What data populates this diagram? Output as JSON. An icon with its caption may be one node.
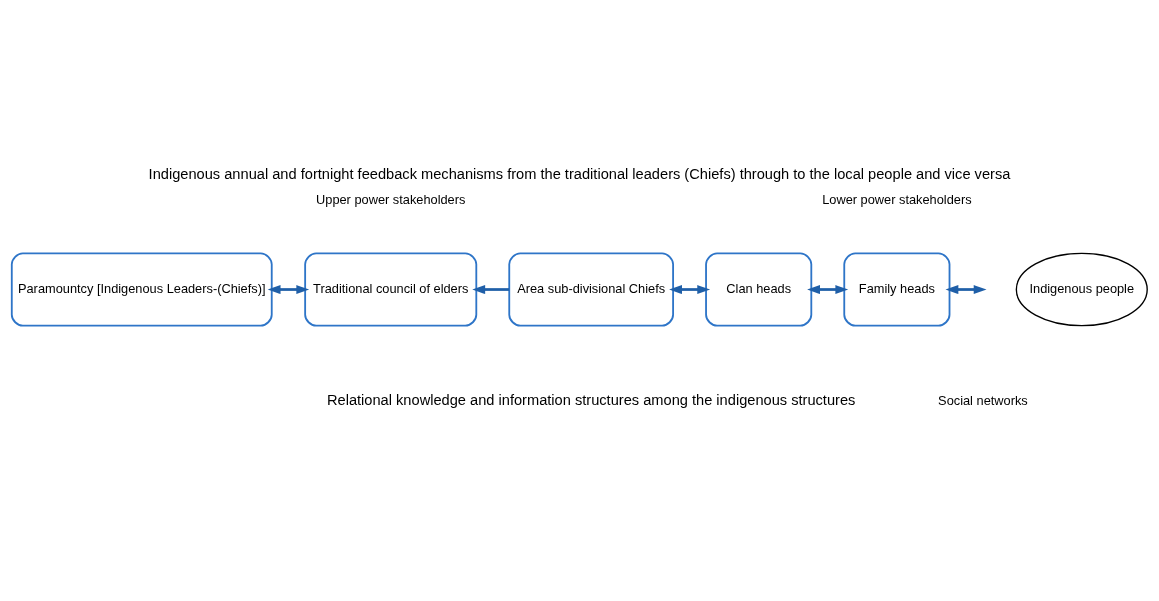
{
  "diagram": {
    "title": "Indigenous annual and fortnight feedback mechanisms from the traditional leaders (Chiefs) through to the local people and vice versa",
    "caption": "Relational knowledge and information structures among the indigenous structures",
    "nodes": [
      {
        "text": [
          "Paramountcy [Indigenous Leaders-(Chiefs)]"
        ]
      },
      {
        "text": [
          "Traditional council of elders"
        ]
      },
      {
        "text": [
          "Area sub-divisional Chiefs"
        ]
      },
      {
        "text": [
          "Clan heads"
        ]
      },
      {
        "text": [
          "Family heads"
        ]
      },
      {
        "text": [
          "Indigenous people"
        ]
      }
    ],
    "edges": [
      {
        "from": 0,
        "to": 1,
        "arrow": "both"
      },
      {
        "from": 2,
        "to": 1,
        "arrow": "to"
      },
      {
        "from": 2,
        "to": 3,
        "arrow": "both"
      },
      {
        "from": 3,
        "to": 4,
        "arrow": "both"
      },
      {
        "from": 4,
        "to": null,
        "arrow": "both"
      }
    ],
    "labels": [
      "Upper power stakeholders",
      "Lower power stakeholders",
      "Social networks"
    ]
  }
}
